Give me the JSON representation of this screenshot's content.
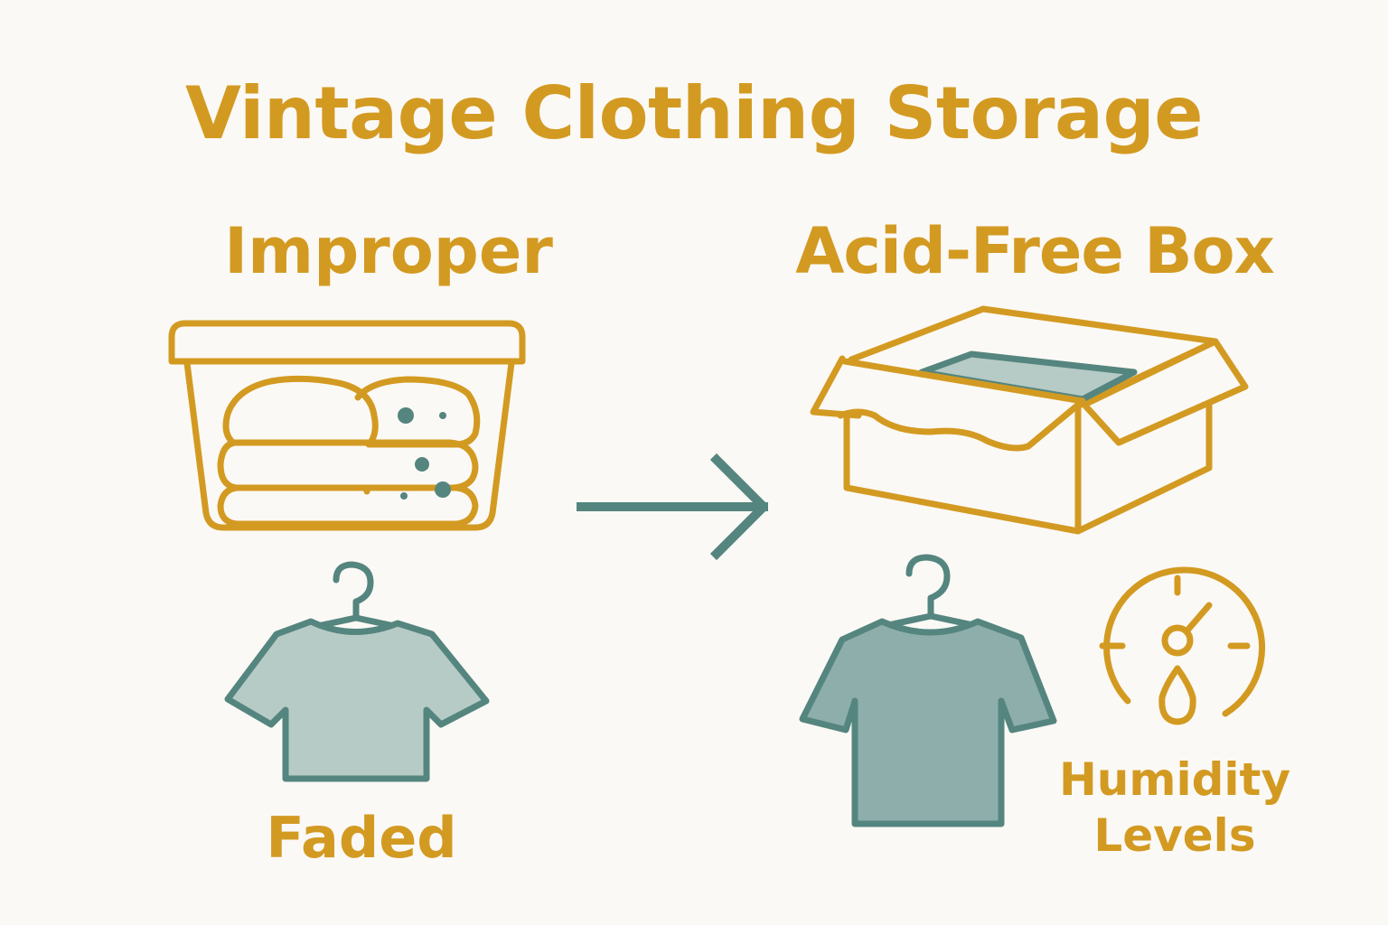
{
  "title": "Vintage Clothing Storage",
  "left": {
    "heading": "Improper",
    "caption": "Faded"
  },
  "right": {
    "heading": "Acid-Free Box",
    "indicator_label": "Humidity Levels"
  },
  "colors": {
    "accent": "#d39a22",
    "teal": "#55857f",
    "shirt_faded": "#b6cbc6",
    "shirt_good": "#8daeab",
    "tissue": "#b6cbc6",
    "background": "#fbf9f5"
  },
  "icons": [
    "storage-bin-icon",
    "folded-clothes-icon",
    "mold-spots-icon",
    "arrow-right-icon",
    "hanger-icon",
    "faded-shirt-icon",
    "open-box-icon",
    "tissue-paper-icon",
    "shirt-icon",
    "humidity-gauge-icon",
    "water-drop-icon"
  ]
}
